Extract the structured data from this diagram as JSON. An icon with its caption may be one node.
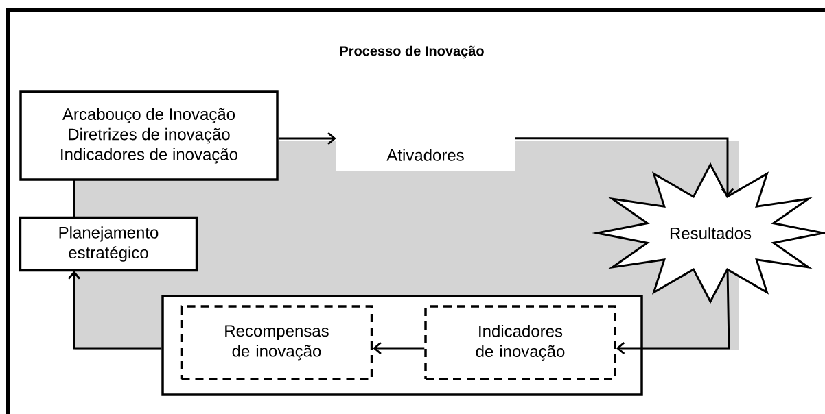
{
  "diagram": {
    "title": "Processo de Inovação",
    "nodes": [
      {
        "text": [
          "Arcabouço de Inovação",
          "Diretrizes de inovação",
          "Indicadores de inovação"
        ]
      },
      {
        "text": [
          "Ativadores"
        ]
      },
      {
        "text": [
          "Resultados"
        ]
      },
      {
        "text": [
          "Planejamento estratégico"
        ]
      },
      {
        "text": [],
        "shape": "box"
      },
      {
        "text": [
          "Recompensas de inovação"
        ],
        "in": 4
      },
      {
        "text": [
          "Indicadores de inovação"
        ],
        "in": 4
      }
    ],
    "edges": [
      {
        "from": 0,
        "to": 1,
        "arrow": "to"
      },
      {
        "from": 1,
        "to": 2,
        "arrow": "to"
      },
      {
        "from": 2,
        "to": 6,
        "arrow": "to"
      },
      {
        "from": 6,
        "to": 5,
        "arrow": "to"
      },
      {
        "from": 4,
        "to": 3,
        "arrow": "to"
      },
      {
        "from": 3,
        "to": 0,
        "arrow": "none"
      }
    ]
  }
}
